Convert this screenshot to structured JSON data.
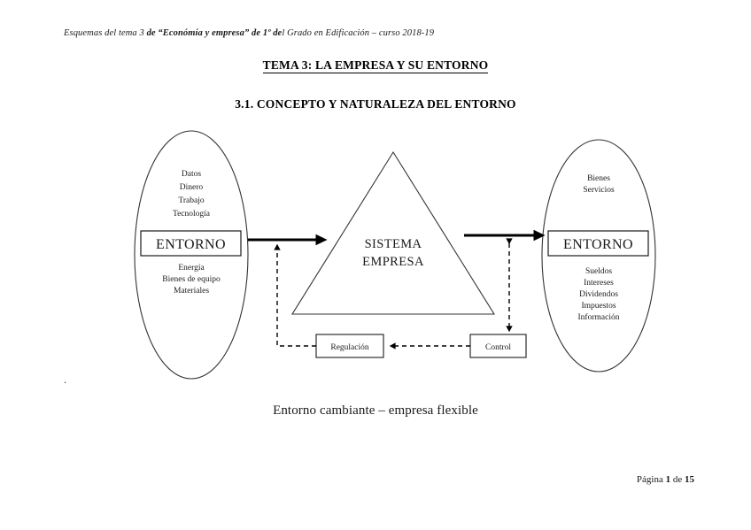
{
  "header": {
    "prefix": "Esquemas del tema 3 ",
    "bold": "de “Económía y empresa” de 1º de",
    "suffix": "l Grado en Edificación – curso 2018-19"
  },
  "titles": {
    "main": "TEMA 3: LA EMPRESA Y SU ENTORNO",
    "section": "3.1. CONCEPTO Y NATURALEZA DEL ENTORNO"
  },
  "diagram": {
    "left_environment": {
      "box_label": "ENTORNO",
      "inputs_top": [
        "Datos",
        "Dinero",
        "Trabajo",
        "Tecnología"
      ],
      "inputs_bottom": [
        "Energía",
        "Bienes de equipo",
        "Materiales"
      ]
    },
    "right_environment": {
      "box_label": "ENTORNO",
      "outputs_top": [
        "Bienes",
        "Servicios"
      ],
      "outputs_bottom": [
        "Sueldos",
        "Intereses",
        "Dividendos",
        "Impuestos",
        "Información"
      ]
    },
    "center": {
      "line1": "SISTEMA",
      "line2": "EMPRESA"
    },
    "feedback": {
      "regulation_label": "Regulación",
      "control_label": "Control"
    }
  },
  "caption": "Entorno cambiante – empresa flexible",
  "stray_mark": ".",
  "footer": {
    "prefix": "Página ",
    "page": "1",
    "middle": " de ",
    "total": "15"
  },
  "colors": {
    "ink": "#1a1a1a",
    "stroke": "#333333",
    "page": "#ffffff"
  }
}
